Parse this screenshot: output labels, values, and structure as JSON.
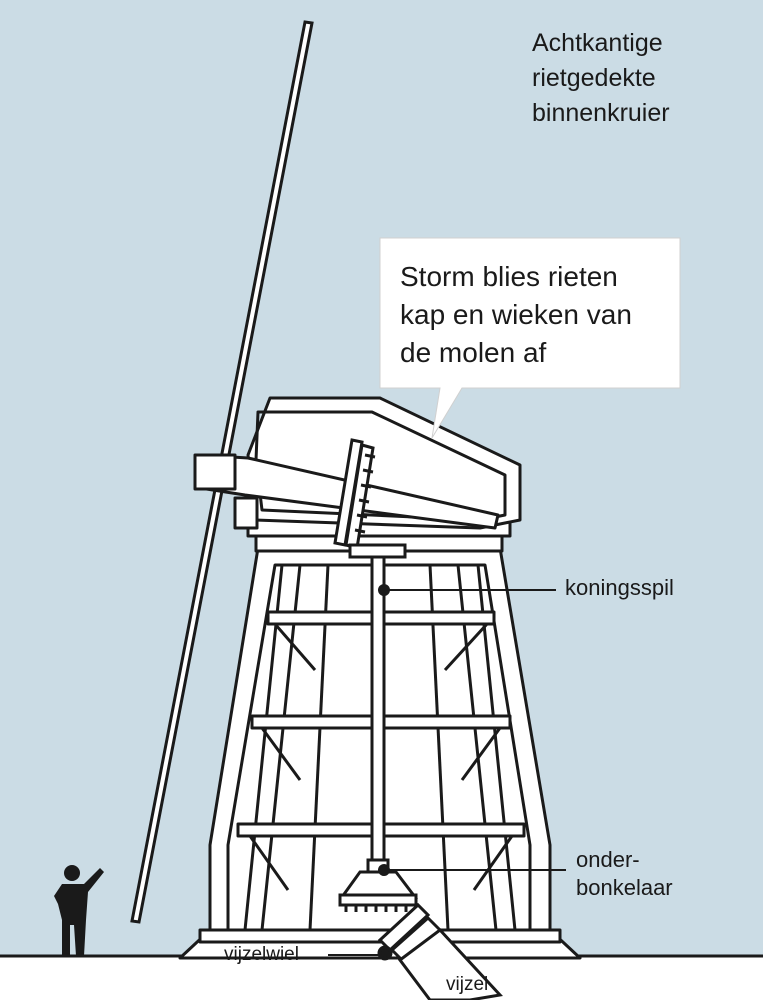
{
  "title_lines": [
    "Achtkantige",
    "rietgedekte",
    "binnenkruier"
  ],
  "callout_lines": [
    "Storm blies rieten",
    "kap en wieken van",
    "de molen af"
  ],
  "labels": {
    "koningsspil": "koningsspil",
    "onderbonkelaar_line1": "onder-",
    "onderbonkelaar_line2": "bonkelaar",
    "vijzelwiel": "vijzelwiel",
    "vijzel": "vijzel"
  },
  "colors": {
    "sky": "#cbdce5",
    "ink": "#1a1a1a",
    "fill": "#ffffff",
    "callout": "#ffffff"
  }
}
